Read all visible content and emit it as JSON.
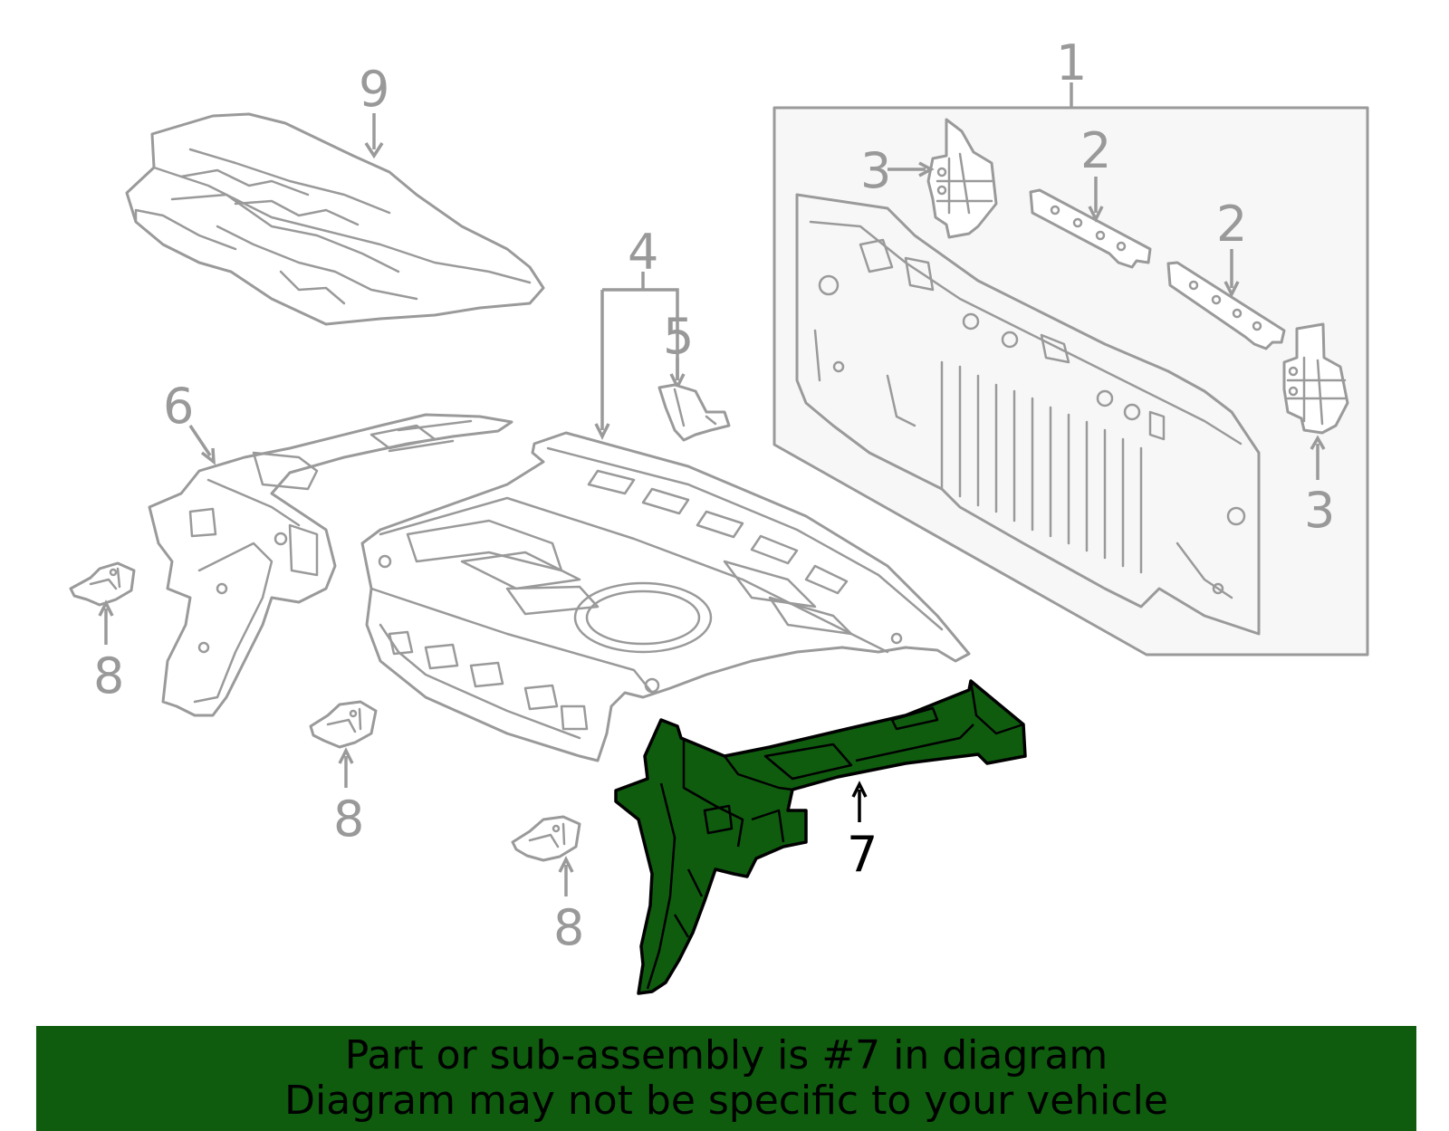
{
  "callouts": {
    "c1": "1",
    "c2a": "2",
    "c2b": "2",
    "c3a": "3",
    "c3b": "3",
    "c4": "4",
    "c5": "5",
    "c6": "6",
    "c7": "7",
    "c8a": "8",
    "c8b": "8",
    "c8c": "8",
    "c9": "9"
  },
  "highlight": {
    "part_number": "7",
    "fill_color": "#0f5c0f"
  },
  "banner": {
    "line1": "Part or sub-assembly is #7 in diagram",
    "line2": "Diagram may not be specific to your vehicle",
    "background": "#0f5c0f"
  }
}
